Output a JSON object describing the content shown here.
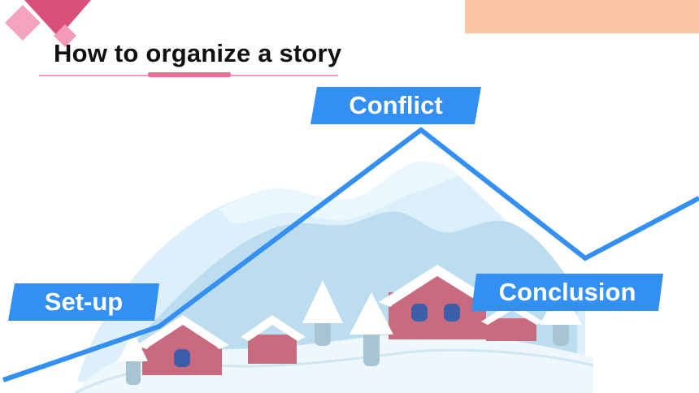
{
  "slide": {
    "title": "How to organize a story"
  },
  "labels": {
    "conflict": "Conflict",
    "setup": "Set-up",
    "conclusion": "Conclusion"
  },
  "colors": {
    "accent_blue": "#3390f2",
    "title_text": "#111111",
    "pink_accent": "#ef6e95",
    "peach": "#f9c3a6",
    "mountain_light": "#dcf0fb",
    "mountain_mid": "#bcdcef",
    "house_red": "#c96b7e"
  }
}
